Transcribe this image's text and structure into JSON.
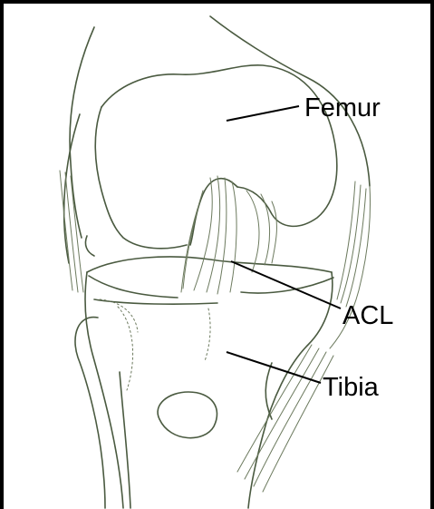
{
  "labels": {
    "femur": "Femur",
    "acl": "ACL",
    "tibia": "Tibia"
  },
  "colors": {
    "line": "#4a5a40",
    "fiber": "#6c7a5e",
    "border": "#000000",
    "leader": "#000000"
  }
}
